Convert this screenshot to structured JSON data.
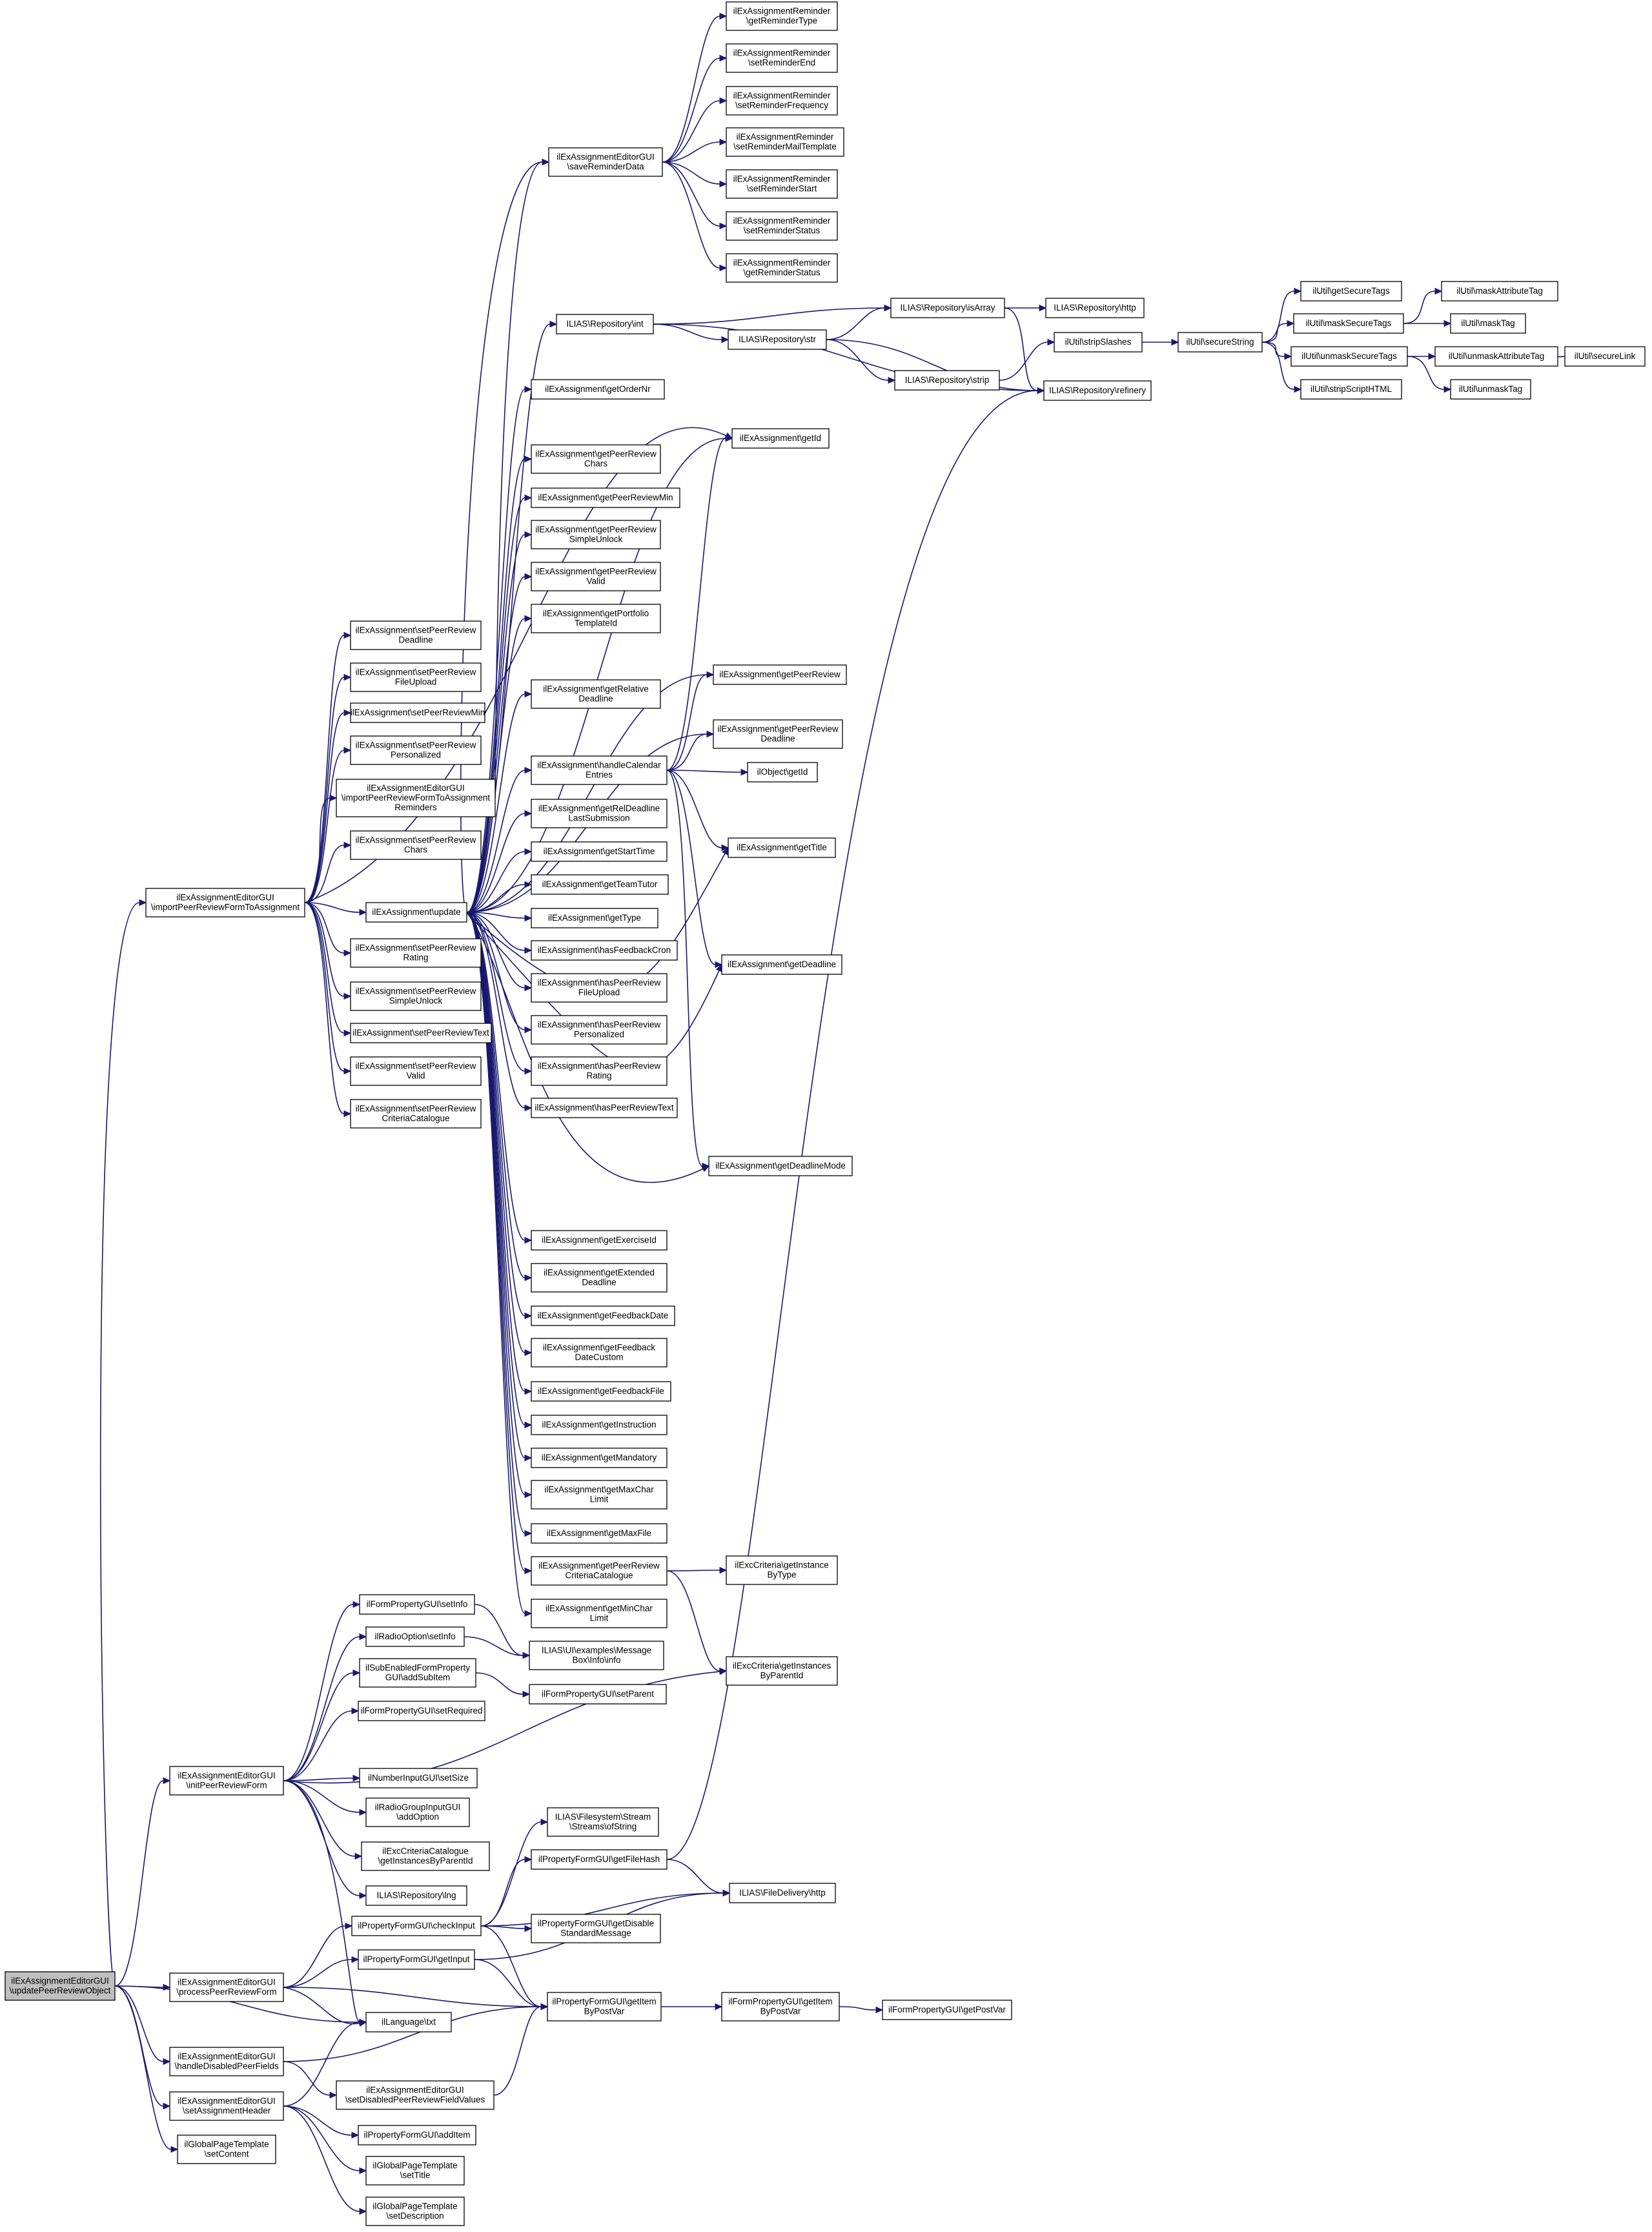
{
  "nodes": [
    {
      "id": "n_root",
      "lines": [
        "ilExAssignmentEditorGUI",
        "\\updatePeerReviewObject"
      ],
      "root": true
    },
    {
      "id": "n_importPR",
      "lines": [
        "ilExAssignmentEditorGUI",
        "\\importPeerReviewFormToAssignment"
      ]
    },
    {
      "id": "n_initPR",
      "lines": [
        "ilExAssignmentEditorGUI",
        "\\initPeerReviewForm"
      ]
    },
    {
      "id": "n_processPR",
      "lines": [
        "ilExAssignmentEditorGUI",
        "\\processPeerReviewForm"
      ]
    },
    {
      "id": "n_lngtxt",
      "lines": [
        "ilLanguage\\txt"
      ]
    },
    {
      "id": "n_handleDisabled",
      "lines": [
        "ilExAssignmentEditorGUI",
        "\\handleDisabledPeerFields"
      ]
    },
    {
      "id": "n_setAssignHeader",
      "lines": [
        "ilExAssignmentEditorGUI",
        "\\setAssignmentHeader"
      ]
    },
    {
      "id": "n_gptSetContent",
      "lines": [
        "ilGlobalPageTemplate",
        "\\setContent"
      ]
    },
    {
      "id": "n_setPRDeadline",
      "lines": [
        "ilExAssignment\\setPeerReview",
        "Deadline"
      ]
    },
    {
      "id": "n_setPRFileUpload",
      "lines": [
        "ilExAssignment\\setPeerReview",
        "FileUpload"
      ]
    },
    {
      "id": "n_setPRMin",
      "lines": [
        "ilExAssignment\\setPeerReviewMin"
      ]
    },
    {
      "id": "n_setPRPersonalized",
      "lines": [
        "ilExAssignment\\setPeerReview",
        "Personalized"
      ]
    },
    {
      "id": "n_importPRReminders",
      "lines": [
        "ilExAssignmentEditorGUI",
        "\\importPeerReviewFormToAssignment",
        "Reminders"
      ]
    },
    {
      "id": "n_setPRChars",
      "lines": [
        "ilExAssignment\\setPeerReview",
        "Chars"
      ]
    },
    {
      "id": "n_update",
      "lines": [
        "ilExAssignment\\update"
      ]
    },
    {
      "id": "n_setPRRating",
      "lines": [
        "ilExAssignment\\setPeerReview",
        "Rating"
      ]
    },
    {
      "id": "n_setPRSimpleUnlock",
      "lines": [
        "ilExAssignment\\setPeerReview",
        "SimpleUnlock"
      ]
    },
    {
      "id": "n_setPRText",
      "lines": [
        "ilExAssignment\\setPeerReviewText"
      ]
    },
    {
      "id": "n_setPRValid",
      "lines": [
        "ilExAssignment\\setPeerReview",
        "Valid"
      ]
    },
    {
      "id": "n_setPRCriteria",
      "lines": [
        "ilExAssignment\\setPeerReview",
        "CriteriaCatalogue"
      ]
    },
    {
      "id": "n_saveReminder",
      "lines": [
        "ilExAssignmentEditorGUI",
        "\\saveReminderData"
      ]
    },
    {
      "id": "n_repoInt",
      "lines": [
        "ILIAS\\Repository\\int"
      ]
    },
    {
      "id": "n_getOrderNr",
      "lines": [
        "ilExAssignment\\getOrderNr"
      ]
    },
    {
      "id": "n_getPRChars",
      "lines": [
        "ilExAssignment\\getPeerReview",
        "Chars"
      ]
    },
    {
      "id": "n_getPRMin",
      "lines": [
        "ilExAssignment\\getPeerReviewMin"
      ]
    },
    {
      "id": "n_getPRSimpleUnlock",
      "lines": [
        "ilExAssignment\\getPeerReview",
        "SimpleUnlock"
      ]
    },
    {
      "id": "n_getPRValid",
      "lines": [
        "ilExAssignment\\getPeerReview",
        "Valid"
      ]
    },
    {
      "id": "n_getPortfolio",
      "lines": [
        "ilExAssignment\\getPortfolio",
        "TemplateId"
      ]
    },
    {
      "id": "n_getRelDeadline",
      "lines": [
        "ilExAssignment\\getRelative",
        "Deadline"
      ]
    },
    {
      "id": "n_handleCal",
      "lines": [
        "ilExAssignment\\handleCalendar",
        "Entries"
      ]
    },
    {
      "id": "n_getRelDLLast",
      "lines": [
        "ilExAssignment\\getRelDeadline",
        "LastSubmission"
      ]
    },
    {
      "id": "n_getStartTime",
      "lines": [
        "ilExAssignment\\getStartTime"
      ]
    },
    {
      "id": "n_getTeamTutor",
      "lines": [
        "ilExAssignment\\getTeamTutor"
      ]
    },
    {
      "id": "n_getType",
      "lines": [
        "ilExAssignment\\getType"
      ]
    },
    {
      "id": "n_hasFeedbackCron",
      "lines": [
        "ilExAssignment\\hasFeedbackCron"
      ]
    },
    {
      "id": "n_hasPRFileUpload",
      "lines": [
        "ilExAssignment\\hasPeerReview",
        "FileUpload"
      ]
    },
    {
      "id": "n_hasPRPersonalized",
      "lines": [
        "ilExAssignment\\hasPeerReview",
        "Personalized"
      ]
    },
    {
      "id": "n_hasPRRating",
      "lines": [
        "ilExAssignment\\hasPeerReview",
        "Rating"
      ]
    },
    {
      "id": "n_hasPRText",
      "lines": [
        "ilExAssignment\\hasPeerReviewText"
      ]
    },
    {
      "id": "n_getExerciseId",
      "lines": [
        "ilExAssignment\\getExerciseId"
      ]
    },
    {
      "id": "n_getExtDeadline",
      "lines": [
        "ilExAssignment\\getExtended",
        "Deadline"
      ]
    },
    {
      "id": "n_getFeedbackDate",
      "lines": [
        "ilExAssignment\\getFeedbackDate"
      ]
    },
    {
      "id": "n_getFeedbackDateCustom",
      "lines": [
        "ilExAssignment\\getFeedback",
        "DateCustom"
      ]
    },
    {
      "id": "n_getFeedbackFile",
      "lines": [
        "ilExAssignment\\getFeedbackFile"
      ]
    },
    {
      "id": "n_getInstruction",
      "lines": [
        "ilExAssignment\\getInstruction"
      ]
    },
    {
      "id": "n_getMandatory",
      "lines": [
        "ilExAssignment\\getMandatory"
      ]
    },
    {
      "id": "n_getMaxChar",
      "lines": [
        "ilExAssignment\\getMaxChar",
        "Limit"
      ]
    },
    {
      "id": "n_getMaxFile",
      "lines": [
        "ilExAssignment\\getMaxFile"
      ]
    },
    {
      "id": "n_getPRCriteria",
      "lines": [
        "ilExAssignment\\getPeerReview",
        "CriteriaCatalogue"
      ]
    },
    {
      "id": "n_getMinChar",
      "lines": [
        "ilExAssignment\\getMinChar",
        "Limit"
      ]
    },
    {
      "id": "n_fpgSetInfo",
      "lines": [
        "ilFormPropertyGUI\\setInfo"
      ]
    },
    {
      "id": "n_radioSetInfo",
      "lines": [
        "ilRadioOption\\setInfo"
      ]
    },
    {
      "id": "n_subEnabled",
      "lines": [
        "ilSubEnabledFormProperty",
        "GUI\\addSubItem"
      ]
    },
    {
      "id": "n_fpgSetRequired",
      "lines": [
        "ilFormPropertyGUI\\setRequired"
      ]
    },
    {
      "id": "n_numSetSize",
      "lines": [
        "ilNumberInputGUI\\setSize"
      ]
    },
    {
      "id": "n_radioAddOption",
      "lines": [
        "ilRadioGroupInputGUI",
        "\\addOption"
      ]
    },
    {
      "id": "n_critCatGetInst",
      "lines": [
        "ilExcCriteriaCatalogue",
        "\\getInstancesByParentId"
      ]
    },
    {
      "id": "n_repoLng",
      "lines": [
        "ILIAS\\Repository\\lng"
      ]
    },
    {
      "id": "n_pfgCheckInput",
      "lines": [
        "ilPropertyFormGUI\\checkInput"
      ]
    },
    {
      "id": "n_pfgGetInput",
      "lines": [
        "ilPropertyFormGUI\\getInput"
      ]
    },
    {
      "id": "n_setDisabledPR",
      "lines": [
        "ilExAssignmentEditorGUI",
        "\\setDisabledPeerReviewFieldValues"
      ]
    },
    {
      "id": "n_pfgAddItem",
      "lines": [
        "ilPropertyFormGUI\\addItem"
      ]
    },
    {
      "id": "n_gptSetTitle",
      "lines": [
        "ilGlobalPageTemplate",
        "\\setTitle"
      ]
    },
    {
      "id": "n_gptSetDesc",
      "lines": [
        "ilGlobalPageTemplate",
        "\\setDescription"
      ]
    },
    {
      "id": "n_remGetType",
      "lines": [
        "ilExAssignmentReminder",
        "\\getReminderType"
      ]
    },
    {
      "id": "n_remSetEnd",
      "lines": [
        "ilExAssignmentReminder",
        "\\setReminderEnd"
      ]
    },
    {
      "id": "n_remSetFreq",
      "lines": [
        "ilExAssignmentReminder",
        "\\setReminderFrequency"
      ]
    },
    {
      "id": "n_remSetMail",
      "lines": [
        "ilExAssignmentReminder",
        "\\setReminderMailTemplate"
      ]
    },
    {
      "id": "n_remSetStart",
      "lines": [
        "ilExAssignmentReminder",
        "\\setReminderStart"
      ]
    },
    {
      "id": "n_remSetStatus",
      "lines": [
        "ilExAssignmentReminder",
        "\\setReminderStatus"
      ]
    },
    {
      "id": "n_remGetStatus",
      "lines": [
        "ilExAssignmentReminder",
        "\\getReminderStatus"
      ]
    },
    {
      "id": "n_repoStr",
      "lines": [
        "ILIAS\\Repository\\str"
      ]
    },
    {
      "id": "n_getId",
      "lines": [
        "ilExAssignment\\getId"
      ]
    },
    {
      "id": "n_getPR",
      "lines": [
        "ilExAssignment\\getPeerReview"
      ]
    },
    {
      "id": "n_getPRDeadline",
      "lines": [
        "ilExAssignment\\getPeerReview",
        "Deadline"
      ]
    },
    {
      "id": "n_objGetId",
      "lines": [
        "ilObject\\getId"
      ]
    },
    {
      "id": "n_getTitle",
      "lines": [
        "ilExAssignment\\getTitle"
      ]
    },
    {
      "id": "n_getDeadline",
      "lines": [
        "ilExAssignment\\getDeadline"
      ]
    },
    {
      "id": "n_getDeadlineMode",
      "lines": [
        "ilExAssignment\\getDeadlineMode"
      ]
    },
    {
      "id": "n_critGetInstType",
      "lines": [
        "ilExcCriteria\\getInstance",
        "ByType"
      ]
    },
    {
      "id": "n_critGetInstParent",
      "lines": [
        "ilExcCriteria\\getInstances",
        "ByParentId"
      ]
    },
    {
      "id": "n_msgBoxInfo",
      "lines": [
        "ILIAS\\UI\\examples\\Message",
        "Box\\Info\\info"
      ]
    },
    {
      "id": "n_fpgSetParent",
      "lines": [
        "ilFormPropertyGUI\\setParent"
      ]
    },
    {
      "id": "n_fsStream",
      "lines": [
        "ILIAS\\Filesystem\\Stream",
        "\\Streams\\ofString"
      ]
    },
    {
      "id": "n_pfgGetFileHash",
      "lines": [
        "ilPropertyFormGUI\\getFileHash"
      ]
    },
    {
      "id": "n_fdHttp",
      "lines": [
        "ILIAS\\FileDelivery\\http"
      ]
    },
    {
      "id": "n_pfgGetDisable",
      "lines": [
        "ilPropertyFormGUI\\getDisable",
        "StandardMessage"
      ]
    },
    {
      "id": "n_pfgGetItemByPost",
      "lines": [
        "ilPropertyFormGUI\\getItem",
        "ByPostVar"
      ]
    },
    {
      "id": "n_repoIsArray",
      "lines": [
        "ILIAS\\Repository\\isArray"
      ]
    },
    {
      "id": "n_repoStrip",
      "lines": [
        "ILIAS\\Repository\\strip"
      ]
    },
    {
      "id": "n_repoRefinery",
      "lines": [
        "ILIAS\\Repository\\refinery"
      ]
    },
    {
      "id": "n_formGetItemByPost",
      "lines": [
        "ilFormPropertyGUI\\getItem",
        "ByPostVar"
      ]
    },
    {
      "id": "n_formGetPostVar",
      "lines": [
        "ilFormPropertyGUI\\getPostVar"
      ]
    },
    {
      "id": "n_repoHttp",
      "lines": [
        "ILIAS\\Repository\\http"
      ]
    },
    {
      "id": "n_utilStripSlashes",
      "lines": [
        "ilUtil\\stripSlashes"
      ]
    },
    {
      "id": "n_utilSecureString",
      "lines": [
        "ilUtil\\secureString"
      ]
    },
    {
      "id": "n_utilGetSecureTags",
      "lines": [
        "ilUtil\\getSecureTags"
      ]
    },
    {
      "id": "n_utilMaskSecureTags",
      "lines": [
        "ilUtil\\maskSecureTags"
      ]
    },
    {
      "id": "n_utilUnmaskSecureTags",
      "lines": [
        "ilUtil\\unmaskSecureTags"
      ]
    },
    {
      "id": "n_utilStripScript",
      "lines": [
        "ilUtil\\stripScriptHTML"
      ]
    },
    {
      "id": "n_utilMaskAttr",
      "lines": [
        "ilUtil\\maskAttributeTag"
      ]
    },
    {
      "id": "n_utilMaskTag",
      "lines": [
        "ilUtil\\maskTag"
      ]
    },
    {
      "id": "n_utilUnmaskAttr",
      "lines": [
        "ilUtil\\unmaskAttributeTag"
      ]
    },
    {
      "id": "n_utilUnmaskTag",
      "lines": [
        "ilUtil\\unmaskTag"
      ]
    },
    {
      "id": "n_utilSecureLink",
      "lines": [
        "ilUtil\\secureLink"
      ]
    }
  ],
  "edges": [
    [
      "n_root",
      "n_importPR"
    ],
    [
      "n_root",
      "n_initPR"
    ],
    [
      "n_root",
      "n_processPR"
    ],
    [
      "n_root",
      "n_lngtxt"
    ],
    [
      "n_root",
      "n_handleDisabled"
    ],
    [
      "n_root",
      "n_setAssignHeader"
    ],
    [
      "n_root",
      "n_gptSetContent"
    ],
    [
      "n_importPR",
      "n_setPRDeadline"
    ],
    [
      "n_importPR",
      "n_setPRFileUpload"
    ],
    [
      "n_importPR",
      "n_setPRMin"
    ],
    [
      "n_importPR",
      "n_setPRPersonalized"
    ],
    [
      "n_importPR",
      "n_importPRReminders"
    ],
    [
      "n_importPR",
      "n_setPRChars"
    ],
    [
      "n_importPR",
      "n_update"
    ],
    [
      "n_importPR",
      "n_setPRRating"
    ],
    [
      "n_importPR",
      "n_setPRSimpleUnlock"
    ],
    [
      "n_importPR",
      "n_setPRText"
    ],
    [
      "n_importPR",
      "n_setPRValid"
    ],
    [
      "n_importPR",
      "n_setPRCriteria"
    ],
    [
      "n_importPR",
      "n_getId"
    ],
    [
      "n_importPRReminders",
      "n_saveReminder"
    ],
    [
      "n_saveReminder",
      "n_remGetType"
    ],
    [
      "n_saveReminder",
      "n_remSetEnd"
    ],
    [
      "n_saveReminder",
      "n_remSetFreq"
    ],
    [
      "n_saveReminder",
      "n_remSetMail"
    ],
    [
      "n_saveReminder",
      "n_remSetStart"
    ],
    [
      "n_saveReminder",
      "n_remSetStatus"
    ],
    [
      "n_saveReminder",
      "n_remGetStatus"
    ],
    [
      "n_update",
      "n_repoInt"
    ],
    [
      "n_update",
      "n_getOrderNr"
    ],
    [
      "n_update",
      "n_getId"
    ],
    [
      "n_update",
      "n_getPRChars"
    ],
    [
      "n_update",
      "n_getPRMin"
    ],
    [
      "n_update",
      "n_getPRSimpleUnlock"
    ],
    [
      "n_update",
      "n_getPRValid"
    ],
    [
      "n_update",
      "n_getPortfolio"
    ],
    [
      "n_update",
      "n_getPR"
    ],
    [
      "n_update",
      "n_getRelDeadline"
    ],
    [
      "n_update",
      "n_getPRDeadline"
    ],
    [
      "n_update",
      "n_handleCal"
    ],
    [
      "n_update",
      "n_getRelDLLast"
    ],
    [
      "n_update",
      "n_getStartTime"
    ],
    [
      "n_update",
      "n_getTeamTutor"
    ],
    [
      "n_update",
      "n_getType"
    ],
    [
      "n_update",
      "n_hasFeedbackCron"
    ],
    [
      "n_update",
      "n_hasPRFileUpload"
    ],
    [
      "n_update",
      "n_hasPRPersonalized"
    ],
    [
      "n_update",
      "n_hasPRRating"
    ],
    [
      "n_update",
      "n_hasPRText"
    ],
    [
      "n_update",
      "n_getDeadline"
    ],
    [
      "n_update",
      "n_getTitle"
    ],
    [
      "n_update",
      "n_getDeadlineMode"
    ],
    [
      "n_update",
      "n_getExerciseId"
    ],
    [
      "n_update",
      "n_getExtDeadline"
    ],
    [
      "n_update",
      "n_getFeedbackDate"
    ],
    [
      "n_update",
      "n_getFeedbackDateCustom"
    ],
    [
      "n_update",
      "n_getFeedbackFile"
    ],
    [
      "n_update",
      "n_getInstruction"
    ],
    [
      "n_update",
      "n_getMandatory"
    ],
    [
      "n_update",
      "n_getMaxChar"
    ],
    [
      "n_update",
      "n_getMaxFile"
    ],
    [
      "n_update",
      "n_getPRCriteria"
    ],
    [
      "n_update",
      "n_getMinChar"
    ],
    [
      "n_update",
      "n_saveReminder"
    ],
    [
      "n_handleCal",
      "n_getId"
    ],
    [
      "n_handleCal",
      "n_getPR"
    ],
    [
      "n_handleCal",
      "n_getPRDeadline"
    ],
    [
      "n_handleCal",
      "n_objGetId"
    ],
    [
      "n_handleCal",
      "n_getTitle"
    ],
    [
      "n_handleCal",
      "n_getDeadline"
    ],
    [
      "n_handleCal",
      "n_getDeadlineMode"
    ],
    [
      "n_repoInt",
      "n_repoIsArray"
    ],
    [
      "n_repoInt",
      "n_repoStr"
    ],
    [
      "n_repoInt",
      "n_repoRefinery"
    ],
    [
      "n_repoStr",
      "n_repoIsArray"
    ],
    [
      "n_repoStr",
      "n_repoStrip"
    ],
    [
      "n_repoStr",
      "n_repoRefinery"
    ],
    [
      "n_repoIsArray",
      "n_repoHttp"
    ],
    [
      "n_repoIsArray",
      "n_repoRefinery"
    ],
    [
      "n_repoStrip",
      "n_utilStripSlashes"
    ],
    [
      "n_utilStripSlashes",
      "n_utilSecureString"
    ],
    [
      "n_utilSecureString",
      "n_utilGetSecureTags"
    ],
    [
      "n_utilSecureString",
      "n_utilMaskSecureTags"
    ],
    [
      "n_utilSecureString",
      "n_utilUnmaskSecureTags"
    ],
    [
      "n_utilSecureString",
      "n_utilStripScript"
    ],
    [
      "n_utilMaskSecureTags",
      "n_utilMaskAttr"
    ],
    [
      "n_utilMaskSecureTags",
      "n_utilMaskTag"
    ],
    [
      "n_utilUnmaskSecureTags",
      "n_utilUnmaskAttr"
    ],
    [
      "n_utilUnmaskSecureTags",
      "n_utilUnmaskTag"
    ],
    [
      "n_utilUnmaskAttr",
      "n_utilSecureLink"
    ],
    [
      "n_getPRCriteria",
      "n_critGetInstType"
    ],
    [
      "n_getPRCriteria",
      "n_critGetInstParent"
    ],
    [
      "n_initPR",
      "n_fpgSetInfo"
    ],
    [
      "n_initPR",
      "n_radioSetInfo"
    ],
    [
      "n_initPR",
      "n_subEnabled"
    ],
    [
      "n_initPR",
      "n_fpgSetRequired"
    ],
    [
      "n_initPR",
      "n_critGetInstParent"
    ],
    [
      "n_initPR",
      "n_numSetSize"
    ],
    [
      "n_initPR",
      "n_radioAddOption"
    ],
    [
      "n_initPR",
      "n_critCatGetInst"
    ],
    [
      "n_initPR",
      "n_repoLng"
    ],
    [
      "n_initPR",
      "n_lngtxt"
    ],
    [
      "n_fpgSetInfo",
      "n_msgBoxInfo"
    ],
    [
      "n_radioSetInfo",
      "n_msgBoxInfo"
    ],
    [
      "n_subEnabled",
      "n_fpgSetParent"
    ],
    [
      "n_processPR",
      "n_pfgCheckInput"
    ],
    [
      "n_processPR",
      "n_pfgGetInput"
    ],
    [
      "n_processPR",
      "n_pfgGetItemByPost"
    ],
    [
      "n_processPR",
      "n_lngtxt"
    ],
    [
      "n_pfgCheckInput",
      "n_fsStream"
    ],
    [
      "n_pfgCheckInput",
      "n_pfgGetFileHash"
    ],
    [
      "n_pfgCheckInput",
      "n_fdHttp"
    ],
    [
      "n_pfgCheckInput",
      "n_pfgGetDisable"
    ],
    [
      "n_pfgCheckInput",
      "n_pfgGetItemByPost"
    ],
    [
      "n_pfgGetFileHash",
      "n_repoRefinery"
    ],
    [
      "n_pfgGetFileHash",
      "n_fdHttp"
    ],
    [
      "n_pfgGetInput",
      "n_fdHttp"
    ],
    [
      "n_pfgGetInput",
      "n_pfgGetItemByPost"
    ],
    [
      "n_pfgGetItemByPost",
      "n_formGetItemByPost"
    ],
    [
      "n_formGetItemByPost",
      "n_formGetPostVar"
    ],
    [
      "n_handleDisabled",
      "n_pfgGetItemByPost"
    ],
    [
      "n_handleDisabled",
      "n_setDisabledPR"
    ],
    [
      "n_setDisabledPR",
      "n_pfgGetItemByPost"
    ],
    [
      "n_setAssignHeader",
      "n_lngtxt"
    ],
    [
      "n_setAssignHeader",
      "n_pfgAddItem"
    ],
    [
      "n_setAssignHeader",
      "n_gptSetTitle"
    ],
    [
      "n_setAssignHeader",
      "n_gptSetDesc"
    ]
  ]
}
